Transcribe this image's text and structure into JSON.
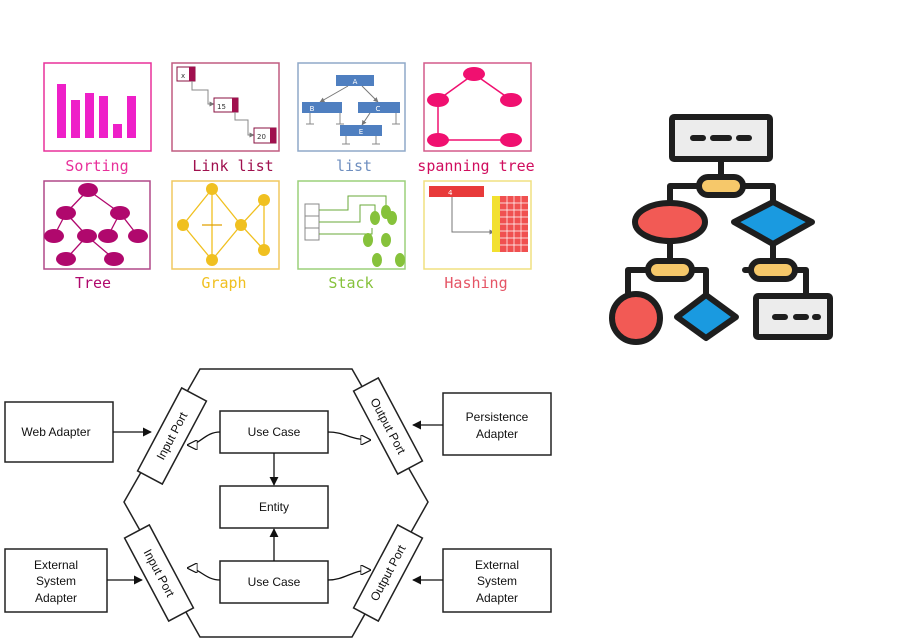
{
  "ds_tiles": [
    {
      "id": "sorting",
      "label": "Sorting",
      "color": "#e8309a"
    },
    {
      "id": "linklist",
      "label": "Link list",
      "color": "#a0104e",
      "nodes": [
        "x",
        "15",
        "20"
      ]
    },
    {
      "id": "list",
      "label": "list",
      "color": "#6f8fc0",
      "nodes": [
        "A",
        "B",
        "C",
        "E"
      ]
    },
    {
      "id": "spanning",
      "label": "spanning tree",
      "color": "#d00d5e"
    },
    {
      "id": "tree",
      "label": "Tree",
      "color": "#b0086d"
    },
    {
      "id": "graph",
      "label": "Graph",
      "color": "#f0c020"
    },
    {
      "id": "stack",
      "label": "Stack",
      "color": "#86c23b"
    },
    {
      "id": "hashing",
      "label": "Hashing",
      "color": "#e55566",
      "nodes": [
        "4"
      ]
    }
  ],
  "flowchart": {
    "colors": {
      "outline": "#1e1e1e",
      "oval": "#f25a55",
      "diamond": "#1a9ae0",
      "pill": "#f6c86a",
      "box": "#ececec"
    }
  },
  "hexagon": {
    "adapters": {
      "web": "Web Adapter",
      "persistence": [
        "Persistence",
        "Adapter"
      ],
      "external_left": [
        "External",
        "System",
        "Adapter"
      ],
      "external_right": [
        "External",
        "System",
        "Adapter"
      ]
    },
    "ports": {
      "input_top": "Input Port",
      "input_bottom": "Input Port",
      "output_top": "Output Port",
      "output_bottom": "Output Port"
    },
    "use_case_top": "Use Case",
    "use_case_bottom": "Use Case",
    "entity": "Entity"
  }
}
